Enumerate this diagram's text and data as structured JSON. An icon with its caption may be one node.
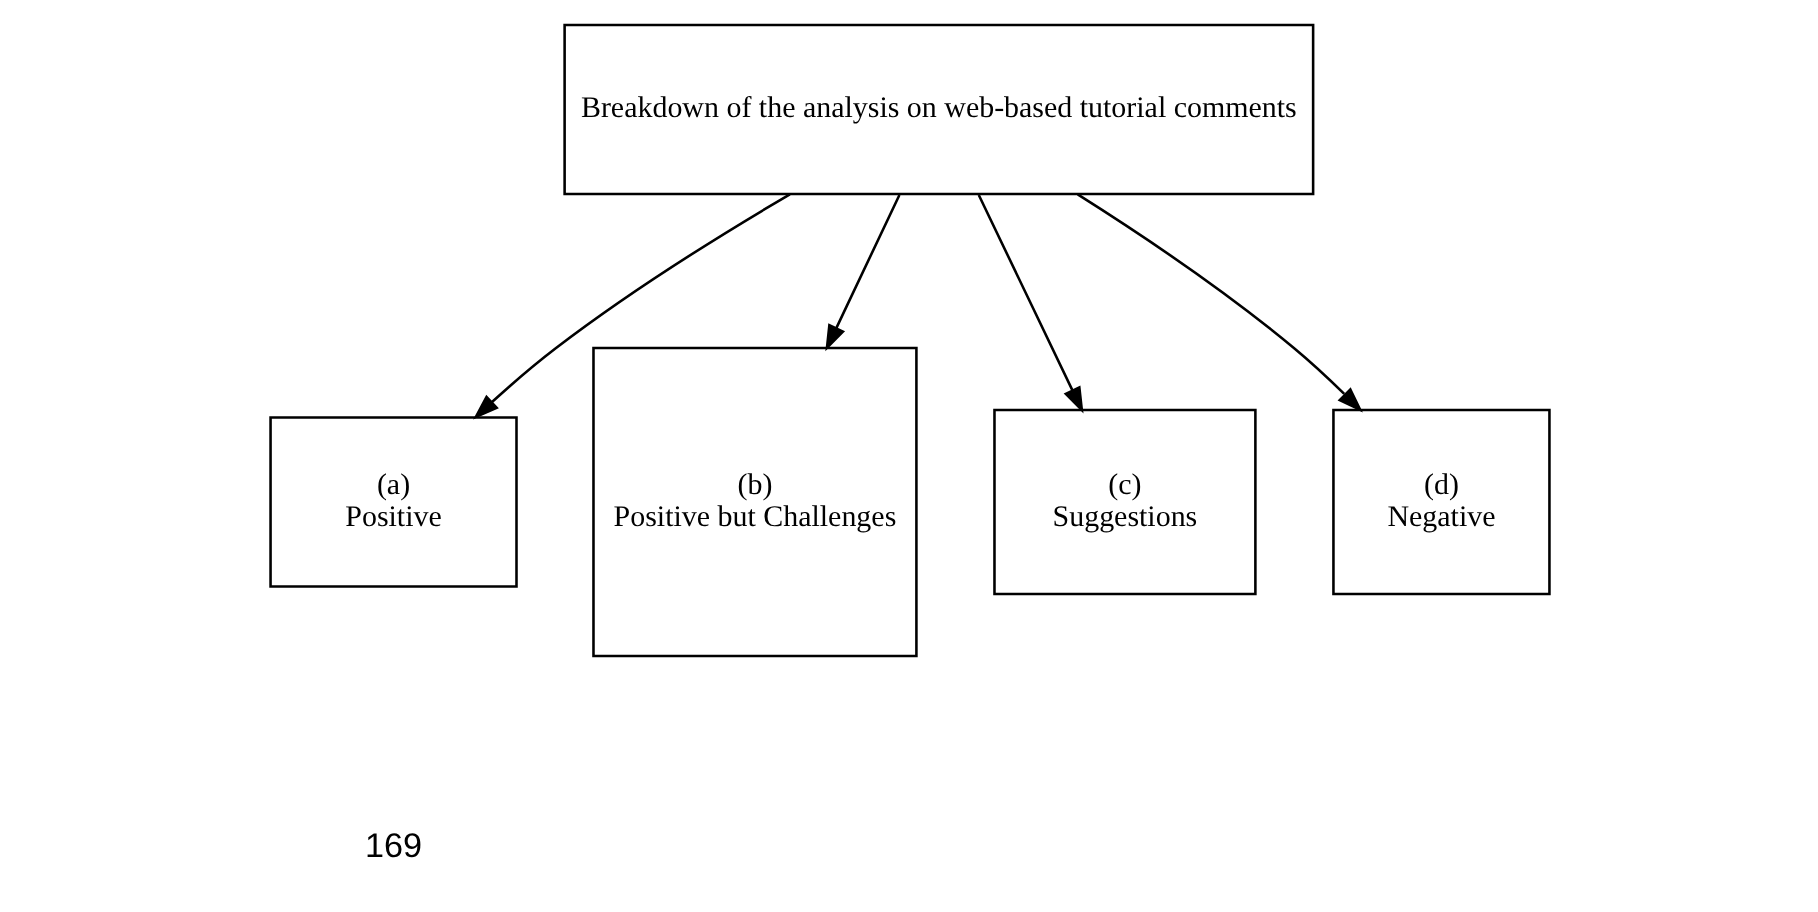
{
  "diagram": {
    "nodes": [
      {
        "text": [
          "Breakdown of the analysis on web-based tutorial comments"
        ]
      },
      {
        "text": [
          "(a)",
          "Positive"
        ]
      },
      {
        "text": [
          "(b)",
          "Positive but Challenges"
        ]
      },
      {
        "text": [
          "(c)",
          "Suggestions"
        ]
      },
      {
        "text": [
          "(d)",
          "Negative"
        ]
      }
    ],
    "edges": [
      {
        "from": 0,
        "to": 1,
        "arrow": "to"
      },
      {
        "from": 0,
        "to": 2,
        "arrow": "to"
      },
      {
        "from": 0,
        "to": 3,
        "arrow": "to"
      },
      {
        "from": 0,
        "to": 4,
        "arrow": "to"
      }
    ],
    "labels": [
      "169"
    ]
  }
}
